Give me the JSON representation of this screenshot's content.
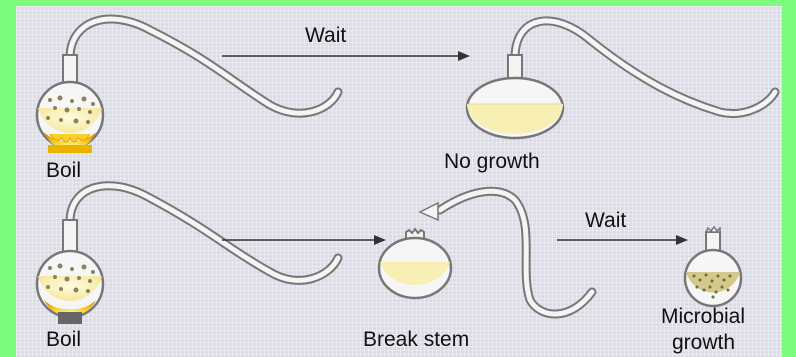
{
  "diagram": {
    "top_row": {
      "step1_label": "Boil",
      "arrow_label": "Wait",
      "result_label": "No growth"
    },
    "bottom_row": {
      "step1_label": "Boil",
      "step2_label": "Break stem",
      "arrow_label": "Wait",
      "result_line1": "Microbial",
      "result_line2": "growth"
    }
  },
  "colors": {
    "background": "#7dfb7e",
    "panel": "#dcdce8",
    "broth": "#f7efb4",
    "flame": "#f2c21a",
    "glass_outline": "#777777"
  }
}
